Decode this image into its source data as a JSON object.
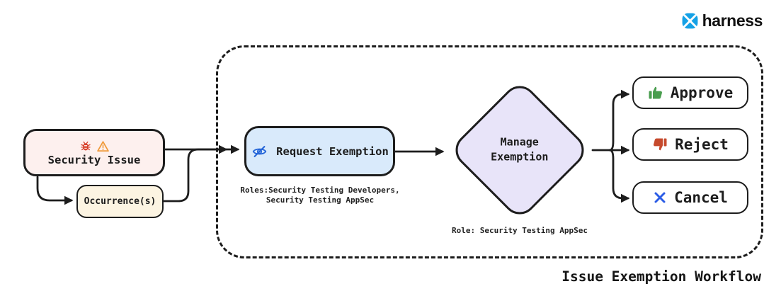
{
  "brand": {
    "name": "harness",
    "logo_icon": "harness-logo-icon",
    "logo_color": "#14a1e6",
    "name_color": "#111111"
  },
  "workflow": {
    "title": "Issue Exemption Workflow",
    "boundary_style": "dashed-rounded",
    "nodes": {
      "security_issue": {
        "label": "Security Issue",
        "icons": [
          "bug-icon",
          "warning-icon"
        ],
        "fill": "#fdf0ee"
      },
      "occurrence": {
        "label": "Occurrence(s)",
        "fill": "#fcf4e2"
      },
      "request_exemption": {
        "label": "Request Exemption",
        "icon": "eye-slash-icon",
        "fill": "#d9eafb",
        "roles_caption": "Roles:Security Testing Developers,\nSecurity Testing AppSec"
      },
      "manage_exemption": {
        "label": "Manage\nExemption",
        "shape": "diamond",
        "fill": "#e8e4f9",
        "role_caption": "Role: Security Testing AppSec"
      },
      "approve": {
        "label": "Approve",
        "icon": "thumbs-up-icon",
        "icon_color": "#4a9e4f"
      },
      "reject": {
        "label": "Reject",
        "icon": "thumbs-down-icon",
        "icon_color": "#c64a2d"
      },
      "cancel": {
        "label": "Cancel",
        "icon": "x-icon",
        "icon_color": "#2b5ce6"
      }
    },
    "connections": [
      "security_issue -> request_exemption",
      "security_issue -> occurrence",
      "occurrence -> request_exemption",
      "request_exemption -> manage_exemption",
      "manage_exemption -> approve",
      "manage_exemption -> reject",
      "manage_exemption -> cancel"
    ]
  },
  "colors": {
    "line": "#1d1d1d",
    "bug_red": "#d63b25",
    "warning_orange": "#f09b3c",
    "eye_blue": "#2666d8",
    "background": "#ffffff"
  }
}
